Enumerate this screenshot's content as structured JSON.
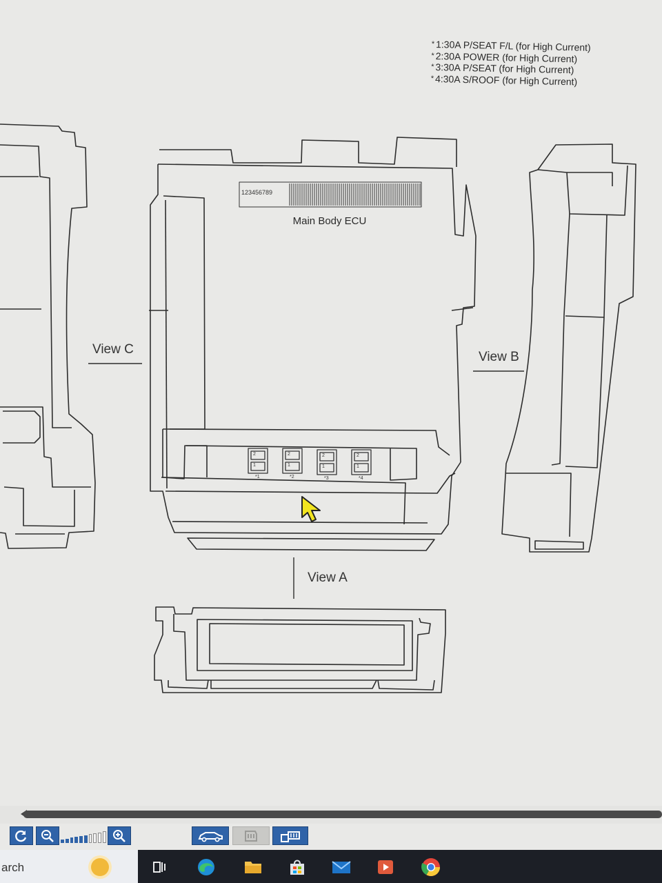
{
  "notes": [
    {
      "star": "*",
      "text": "1:30A P/SEAT F/L (for High Current)"
    },
    {
      "star": "*",
      "text": "2:30A POWER (for High Current)"
    },
    {
      "star": "*",
      "text": "3:30A P/SEAT (for High Current)"
    },
    {
      "star": "*",
      "text": "4:30A S/ROOF (for High Current)"
    }
  ],
  "ecu": {
    "title": "Main Body ECU",
    "label_strip": "123456789",
    "fuses": [
      {
        "top": "2",
        "bottom": "1",
        "id": "*1"
      },
      {
        "top": "2",
        "bottom": "1",
        "id": "*2"
      },
      {
        "top": "2",
        "bottom": "1",
        "id": "*3"
      },
      {
        "top": "2",
        "bottom": "1",
        "id": "*4"
      }
    ]
  },
  "views": {
    "c": "View C",
    "b": "View B",
    "a": "View A"
  },
  "toolbar": {
    "buttons": [
      {
        "name": "refresh-button",
        "icon": "refresh-icon"
      },
      {
        "name": "zoom-out-button",
        "icon": "zoom-out-icon"
      },
      {
        "name": "zoom-in-button",
        "icon": "zoom-in-icon"
      },
      {
        "name": "vehicle-button",
        "icon": "car-icon"
      },
      {
        "name": "engine-button",
        "icon": "engine-icon"
      },
      {
        "name": "connector-button",
        "icon": "connector-icon"
      }
    ],
    "zoom_level": 0.6
  },
  "taskbar": {
    "search_text": "arch",
    "apps": [
      "task-view-icon",
      "edge-icon",
      "file-explorer-icon",
      "store-icon",
      "mail-icon",
      "media-player-icon",
      "chrome-icon"
    ]
  },
  "colors": {
    "accent": "#2f63a8",
    "taskbar": "#1c1f26",
    "line": "#2d2d2d"
  }
}
